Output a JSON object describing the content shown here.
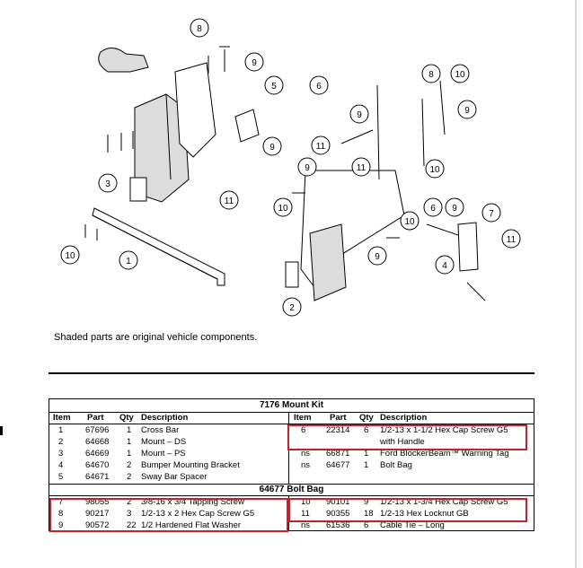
{
  "diagram": {
    "callouts": [
      "8",
      "9",
      "5",
      "9",
      "11",
      "3",
      "10",
      "1",
      "6",
      "9",
      "11",
      "9",
      "11",
      "10",
      "8",
      "10",
      "9",
      "10",
      "6",
      "9",
      "7",
      "11",
      "9",
      "4",
      "2"
    ]
  },
  "note": "Shaded parts are original vehicle components.",
  "table": {
    "title": "7176  Mount Kit",
    "subtitle": "64677  Bolt Bag",
    "headers": [
      "Item",
      "Part",
      "Qty",
      "Description"
    ],
    "left_rows": [
      {
        "item": "1",
        "part": "67696",
        "qty": "1",
        "desc": "Cross Bar"
      },
      {
        "item": "2",
        "part": "64668",
        "qty": "1",
        "desc": "Mount – DS"
      },
      {
        "item": "3",
        "part": "64669",
        "qty": "1",
        "desc": "Mount – PS"
      },
      {
        "item": "4",
        "part": "64670",
        "qty": "2",
        "desc": "Bumper Mounting Bracket"
      },
      {
        "item": "5",
        "part": "64671",
        "qty": "2",
        "desc": "Sway Bar Spacer"
      }
    ],
    "right_rows": [
      {
        "item": "6",
        "part": "22314",
        "qty": "6",
        "desc": "1/2-13 x 1-1/2 Hex Cap Screw G5"
      },
      {
        "item": "",
        "part": "",
        "qty": "",
        "desc": "with Handle"
      },
      {
        "item": "ns",
        "part": "66871",
        "qty": "1",
        "desc": "Ford BlockerBeam™ Warning Tag"
      },
      {
        "item": "ns",
        "part": "64677",
        "qty": "1",
        "desc": "Bolt Bag"
      }
    ],
    "bag_left_rows": [
      {
        "item": "7",
        "part": "98055",
        "qty": "2",
        "desc": "3/8-16 x 3/4 Tapping Screw"
      },
      {
        "item": "8",
        "part": "90217",
        "qty": "3",
        "desc": "1/2-13 x 2 Hex Cap Screw G5"
      },
      {
        "item": "9",
        "part": "90572",
        "qty": "22",
        "desc": "1/2 Hardened Flat Washer"
      }
    ],
    "bag_right_rows": [
      {
        "item": "10",
        "part": "90101",
        "qty": "9",
        "desc": "1/2-13 x 1-3/4 Hex Cap Screw G5"
      },
      {
        "item": "11",
        "part": "90355",
        "qty": "18",
        "desc": "1/2-13 Hex Locknut GB"
      },
      {
        "item": "ns",
        "part": "61536",
        "qty": "6",
        "desc": "Cable Tie – Long"
      }
    ],
    "highlight_color": "#c8202a"
  }
}
